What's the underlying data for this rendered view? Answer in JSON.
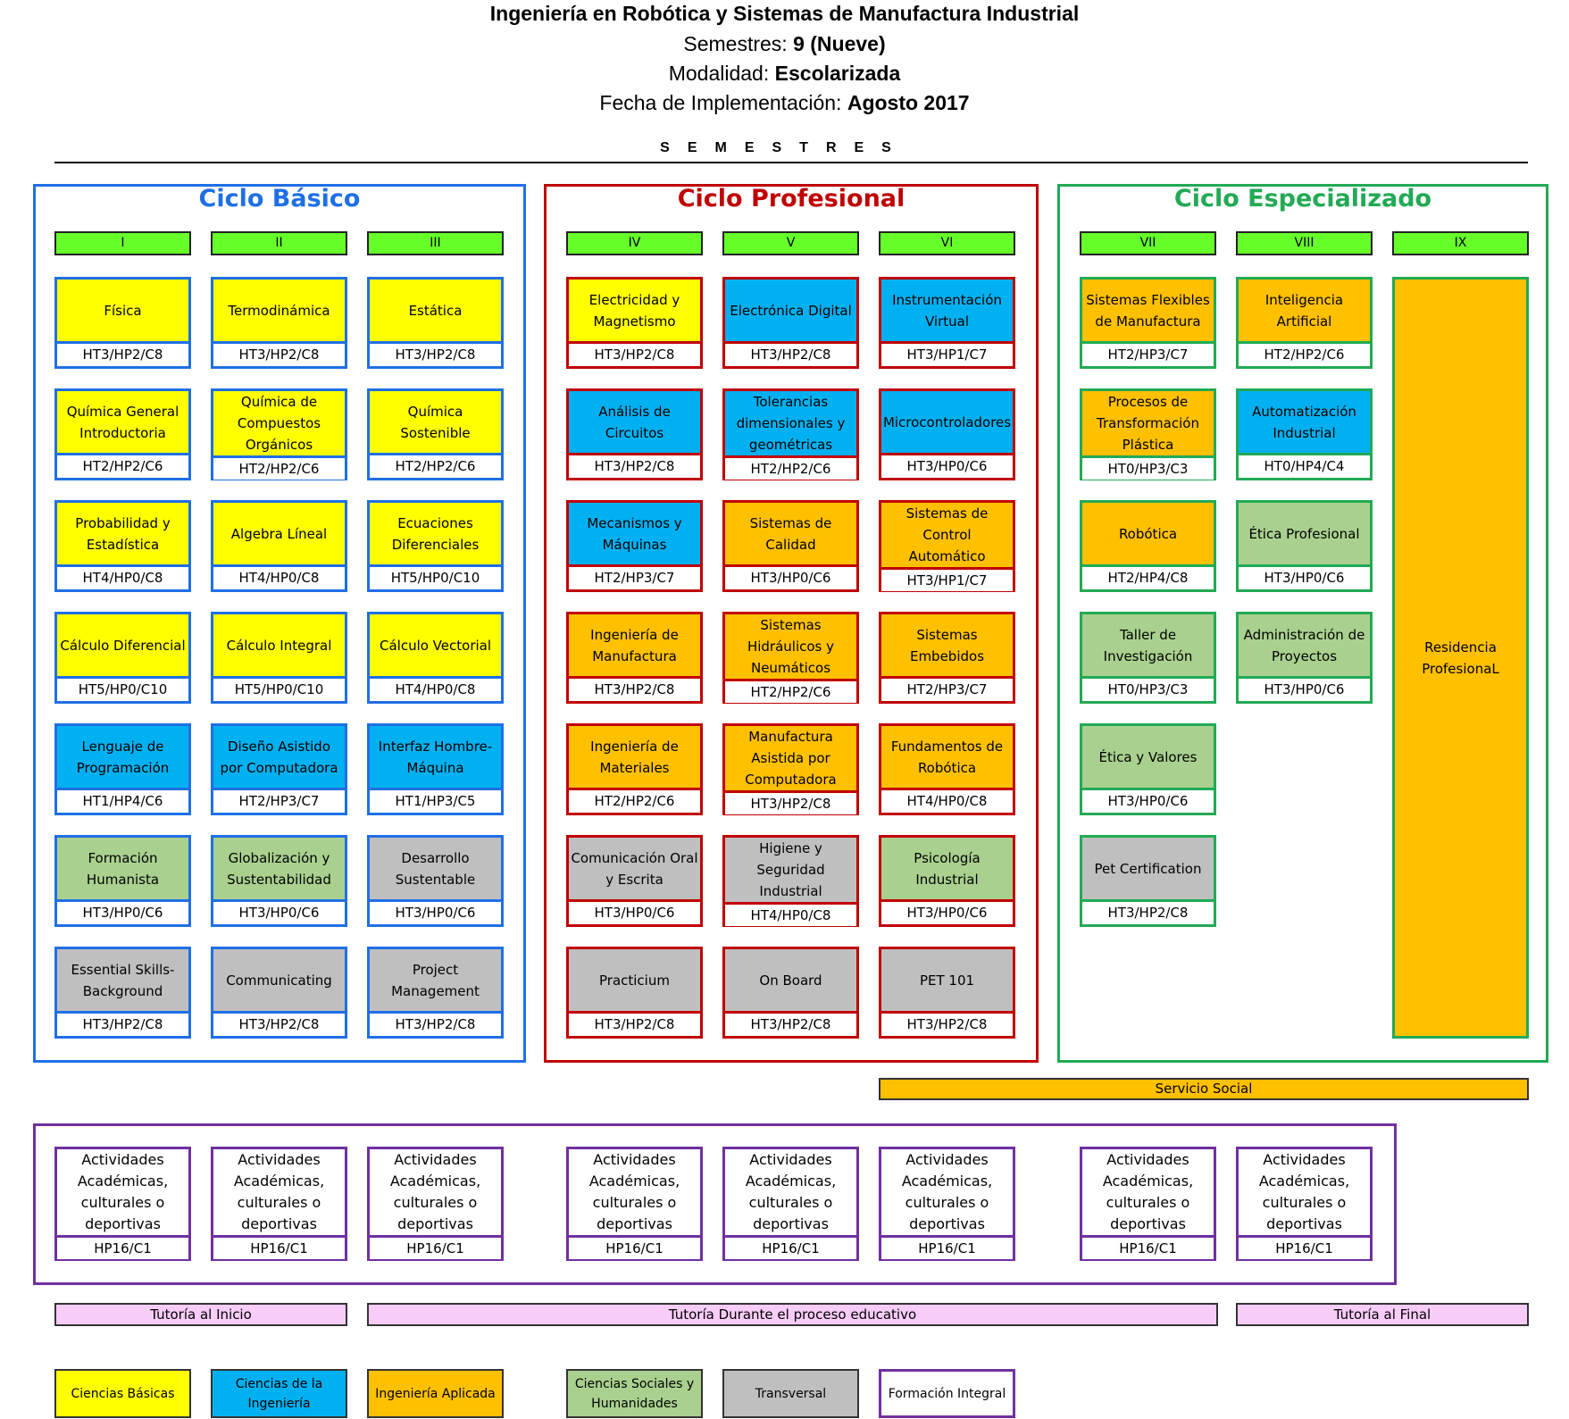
{
  "header": {
    "title": "Ingeniería en Robótica y Sistemas de Manufactura Industrial",
    "semestres_label": "Semestres: ",
    "semestres_value": "9 (Nueve)",
    "modalidad_label": "Modalidad: ",
    "modalidad_value": "Escolarizada",
    "fecha_label": "Fecha de Implementación: ",
    "fecha_value": "Agosto 2017",
    "semesters_label": "SEMESTRES"
  },
  "colors": {
    "blue_border": "#1f6fe5",
    "red_border": "#c00000",
    "green_border": "#22aa55",
    "purple_border": "#7030a0",
    "basicas": "#ffff00",
    "ingenieria": "#00b0f0",
    "aplicada": "#ffc000",
    "sociales": "#a9d08e",
    "transversal": "#bfbfbf",
    "integral": "#ffffff",
    "tutoria": "#f8ccf8",
    "semester_header": "#66ff2a"
  },
  "cycles": [
    {
      "title": "Ciclo Básico",
      "semesters": [
        {
          "label": "I",
          "courses": [
            {
              "name": "Física",
              "code": "HT3/HP2/C8",
              "area": "basicas"
            },
            {
              "name": "Química General Introductoria",
              "code": "HT2/HP2/C6",
              "area": "basicas"
            },
            {
              "name": "Probabilidad y Estadística",
              "code": "HT4/HP0/C8",
              "area": "basicas"
            },
            {
              "name": "Cálculo Diferencial",
              "code": "HT5/HP0/C10",
              "area": "basicas"
            },
            {
              "name": "Lenguaje de Programación",
              "code": "HT1/HP4/C6",
              "area": "ingenieria"
            },
            {
              "name": "Formación Humanista",
              "code": "HT3/HP0/C6",
              "area": "sociales"
            },
            {
              "name": "Essential Skills-Background",
              "code": "HT3/HP2/C8",
              "area": "transversal"
            }
          ]
        },
        {
          "label": "II",
          "courses": [
            {
              "name": "Termodinámica",
              "code": "HT3/HP2/C8",
              "area": "basicas"
            },
            {
              "name": "Química de Compuestos Orgánicos",
              "code": "HT2/HP2/C6",
              "area": "basicas"
            },
            {
              "name": "Algebra Líneal",
              "code": "HT4/HP0/C8",
              "area": "basicas"
            },
            {
              "name": "Cálculo Integral",
              "code": "HT5/HP0/C10",
              "area": "basicas"
            },
            {
              "name": "Diseño Asistido por Computadora",
              "code": "HT2/HP3/C7",
              "area": "ingenieria"
            },
            {
              "name": "Globalización y Sustentabilidad",
              "code": "HT3/HP0/C6",
              "area": "sociales"
            },
            {
              "name": "Communicating",
              "code": "HT3/HP2/C8",
              "area": "transversal"
            }
          ]
        },
        {
          "label": "III",
          "courses": [
            {
              "name": "Estática",
              "code": "HT3/HP2/C8",
              "area": "basicas"
            },
            {
              "name": "Química Sostenible",
              "code": "HT2/HP2/C6",
              "area": "basicas"
            },
            {
              "name": "Ecuaciones Diferenciales",
              "code": "HT5/HP0/C10",
              "area": "basicas"
            },
            {
              "name": "Cálculo Vectorial",
              "code": "HT4/HP0/C8",
              "area": "basicas"
            },
            {
              "name": "Interfaz Hombre-Máquina",
              "code": "HT1/HP3/C5",
              "area": "ingenieria"
            },
            {
              "name": "Desarrollo Sustentable",
              "code": "HT3/HP0/C6",
              "area": "transversal"
            },
            {
              "name": "Project Management",
              "code": "HT3/HP2/C8",
              "area": "transversal"
            }
          ]
        }
      ]
    },
    {
      "title": "Ciclo Profesional",
      "semesters": [
        {
          "label": "IV",
          "courses": [
            {
              "name": "Electricidad y Magnetismo",
              "code": "HT3/HP2/C8",
              "area": "basicas"
            },
            {
              "name": "Análisis de Circuitos",
              "code": "HT3/HP2/C8",
              "area": "ingenieria"
            },
            {
              "name": "Mecanismos y Máquinas",
              "code": "HT2/HP3/C7",
              "area": "ingenieria"
            },
            {
              "name": "Ingeniería de Manufactura",
              "code": "HT3/HP2/C8",
              "area": "aplicada"
            },
            {
              "name": "Ingeniería de Materiales",
              "code": "HT2/HP2/C6",
              "area": "aplicada"
            },
            {
              "name": "Comunicación Oral y Escrita",
              "code": "HT3/HP0/C6",
              "area": "transversal"
            },
            {
              "name": "Practicium",
              "code": "HT3/HP2/C8",
              "area": "transversal"
            }
          ]
        },
        {
          "label": "V",
          "courses": [
            {
              "name": "Electrónica Digital",
              "code": "HT3/HP2/C8",
              "area": "ingenieria"
            },
            {
              "name": "Tolerancias dimensionales y geométricas",
              "code": "HT2/HP2/C6",
              "area": "ingenieria"
            },
            {
              "name": "Sistemas de Calidad",
              "code": "HT3/HP0/C6",
              "area": "aplicada"
            },
            {
              "name": "Sistemas Hidráulicos y Neumáticos",
              "code": "HT2/HP2/C6",
              "area": "aplicada"
            },
            {
              "name": "Manufactura Asistida por Computadora",
              "code": "HT3/HP2/C8",
              "area": "aplicada"
            },
            {
              "name": "Higiene y Seguridad Industrial",
              "code": "HT4/HP0/C8",
              "area": "transversal"
            },
            {
              "name": "On Board",
              "code": "HT3/HP2/C8",
              "area": "transversal"
            }
          ]
        },
        {
          "label": "VI",
          "courses": [
            {
              "name": "Instrumentación Virtual",
              "code": "HT3/HP1/C7",
              "area": "ingenieria"
            },
            {
              "name": "Microcontroladores",
              "code": "HT3/HP0/C6",
              "area": "ingenieria"
            },
            {
              "name": "Sistemas de Control Automático",
              "code": "HT3/HP1/C7",
              "area": "aplicada"
            },
            {
              "name": "Sistemas Embebidos",
              "code": "HT2/HP3/C7",
              "area": "aplicada"
            },
            {
              "name": "Fundamentos de Robótica",
              "code": "HT4/HP0/C8",
              "area": "aplicada"
            },
            {
              "name": "Psicología Industrial",
              "code": "HT3/HP0/C6",
              "area": "sociales"
            },
            {
              "name": "PET 101",
              "code": "HT3/HP2/C8",
              "area": "transversal"
            }
          ]
        }
      ]
    },
    {
      "title": "Ciclo Especializado",
      "semesters": [
        {
          "label": "VII",
          "courses": [
            {
              "name": "Sistemas Flexibles de Manufactura",
              "code": "HT2/HP3/C7",
              "area": "aplicada"
            },
            {
              "name": "Procesos de Transformación Plástica",
              "code": "HT0/HP3/C3",
              "area": "aplicada"
            },
            {
              "name": "Robótica",
              "code": "HT2/HP4/C8",
              "area": "aplicada"
            },
            {
              "name": "Taller de Investigación",
              "code": "HT0/HP3/C3",
              "area": "sociales"
            },
            {
              "name": "Ética y Valores",
              "code": "HT3/HP0/C6",
              "area": "sociales"
            },
            {
              "name": "Pet Certification",
              "code": "HT3/HP2/C8",
              "area": "transversal"
            }
          ]
        },
        {
          "label": "VIII",
          "courses": [
            {
              "name": "Inteligencia Artificial",
              "code": "HT2/HP2/C6",
              "area": "aplicada"
            },
            {
              "name": "Automatización Industrial",
              "code": "HT0/HP4/C4",
              "area": "ingenieria"
            },
            {
              "name": "Ética Profesional",
              "code": "HT3/HP0/C6",
              "area": "sociales"
            },
            {
              "name": "Administración de Proyectos",
              "code": "HT3/HP0/C6",
              "area": "sociales"
            }
          ]
        },
        {
          "label": "IX",
          "courses": []
        }
      ]
    }
  ],
  "residencia": "Residencia ProfesionaL",
  "servicio_social": "Servicio Social",
  "actividades": {
    "name": "Actividades Académicas, culturales o deportivas",
    "code": "HP16/C1"
  },
  "tutorias": {
    "inicio": "Tutoría al Inicio",
    "durante": "Tutoría Durante el proceso educativo",
    "final": "Tutoría al Final"
  },
  "legend": [
    {
      "label": "Ciencias Básicas",
      "area": "basicas"
    },
    {
      "label": "Ciencias de la Ingeniería",
      "area": "ingenieria"
    },
    {
      "label": "Ingeniería Aplicada",
      "area": "aplicada"
    },
    {
      "label": "Ciencias Sociales y Humanidades",
      "area": "sociales"
    },
    {
      "label": "Transversal",
      "area": "transversal"
    },
    {
      "label": "Formación Integral",
      "area": "integral"
    }
  ]
}
